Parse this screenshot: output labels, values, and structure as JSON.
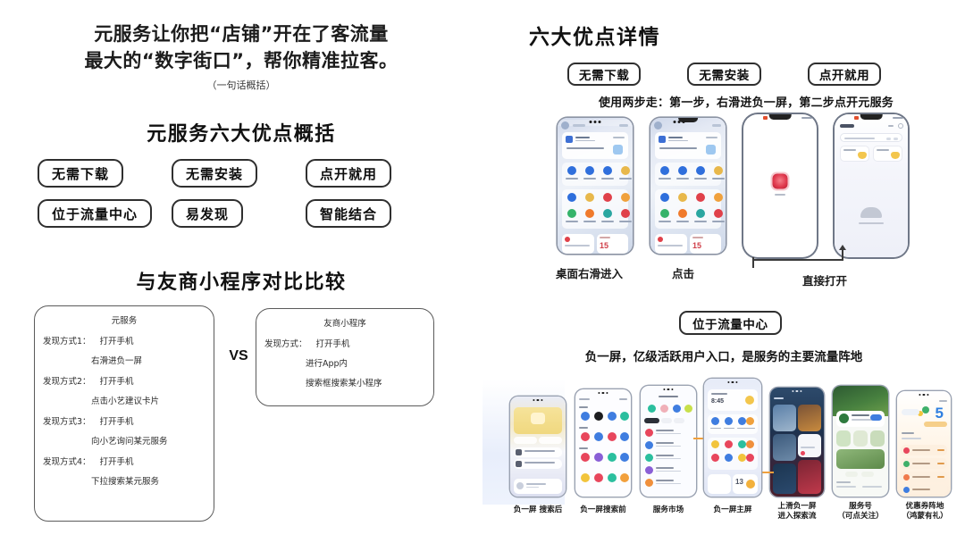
{
  "left": {
    "hero": {
      "line1": "元服务让你把“店铺”开在了客流量",
      "line2": "最大的“数字街口”，帮你精准拉客。",
      "sub": "（一句话概括）"
    },
    "advantages_title": "元服务六大优点概括",
    "advantages": [
      "无需下载",
      "无需安装",
      "点开就用",
      "位于流量中心",
      "易发现",
      "智能结合"
    ],
    "comparison_title": "与友商小程序对比比较",
    "vs_label": "VS",
    "comparison": {
      "ours": {
        "header": "元服务",
        "items": [
          {
            "key": "发现方式1：",
            "value": "打开手机",
            "detail": "右滑进负一屏"
          },
          {
            "key": "发现方式2：",
            "value": "打开手机",
            "detail": "点击小艺建议卡片"
          },
          {
            "key": "发现方式3：",
            "value": "打开手机",
            "detail": "向小艺询问某元服务"
          },
          {
            "key": "发现方式4：",
            "value": "打开手机",
            "detail": "下拉搜索某元服务"
          }
        ]
      },
      "theirs": {
        "header": "友商小程序",
        "items": [
          {
            "key": "发现方式：",
            "value": "打开手机",
            "detail": "进行App内"
          }
        ],
        "extra_detail": "搜索框搜索某小程序"
      }
    }
  },
  "right": {
    "title": "六大优点详情",
    "pills": [
      "无需下载",
      "无需安装",
      "点开就用"
    ],
    "steps_caption": "使用两步走：第一步，右滑进负一屏，第二步点开元服务",
    "phone_captions_top": [
      "桌面右滑进入",
      "点击",
      "直接打开"
    ],
    "mid_pill": "位于流量中心",
    "mid_caption": "负一屏，亿级活跃用户入口，是服务的主要流量阵地",
    "phone_captions_bottom": [
      {
        "l1": "负一屏 搜索后",
        "l2": ""
      },
      {
        "l1": "负一屏搜索前",
        "l2": ""
      },
      {
        "l1": "服务市场",
        "l2": ""
      },
      {
        "l1": "负一屏主屏",
        "l2": ""
      },
      {
        "l1": "上滑负一屏",
        "l2": "进入探索流"
      },
      {
        "l1": "服务号",
        "l2": "（可点关注）"
      },
      {
        "l1": "优惠券阵地",
        "l2": "（鸿蒙有礼）"
      }
    ]
  },
  "colors": {
    "text": "#111111",
    "border": "#2f2f2f",
    "box_border": "#5b5b5b",
    "phone_frame": "#8b93a3"
  }
}
